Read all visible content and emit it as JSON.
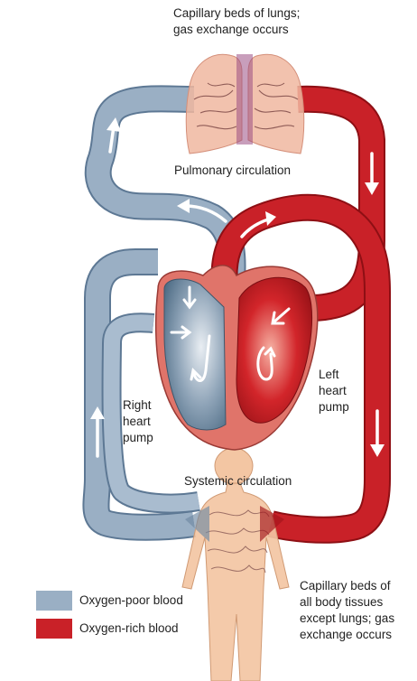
{
  "labels": {
    "lungs_caption": "Capillary beds of lungs;\ngas exchange occurs",
    "pulmonary": "Pulmonary circulation",
    "systemic": "Systemic circulation",
    "right_pump": "Right\nheart\npump",
    "left_pump": "Left\nheart\npump",
    "body_caption": "Capillary beds of\nall body tissues\nexcept lungs; gas\nexchange occurs"
  },
  "legend": [
    {
      "label": "Oxygen-poor blood",
      "color": "#9aafc4"
    },
    {
      "label": "Oxygen-rich blood",
      "color": "#c92128"
    }
  ],
  "colors": {
    "oxygen_poor": "#9aafc4",
    "oxygen_rich": "#c92128",
    "heart_outer": "#e0746a",
    "skin": "#f3c6a3",
    "lung": "#f0b7a0"
  },
  "icons": [
    "flow-arrow-icon"
  ]
}
